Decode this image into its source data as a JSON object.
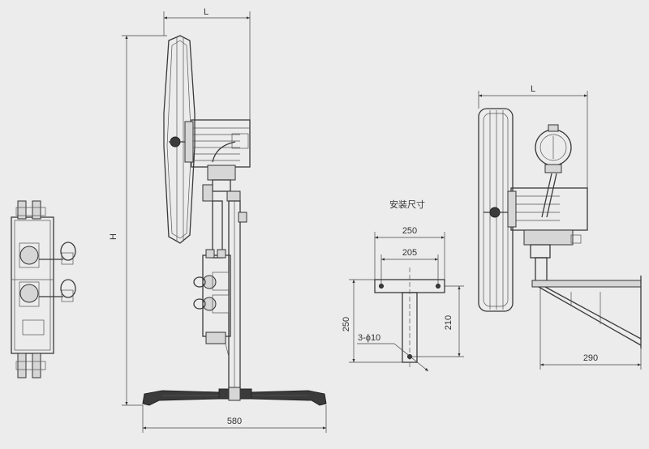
{
  "labels": {
    "standing_fan_width_L": "L",
    "standing_fan_height_H": "H",
    "base_width": "580",
    "install_title": "安装尺寸",
    "bracket_outer_width": "250",
    "bracket_hole_spacing": "205",
    "bracket_height": "250",
    "bracket_hole_vertical": "210",
    "bracket_holes": "3-ϕ10",
    "wall_fan_width_L": "L",
    "wall_bracket_depth": "290"
  }
}
